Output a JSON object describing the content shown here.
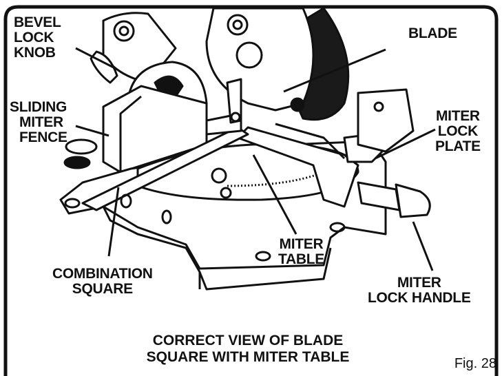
{
  "labels": {
    "bevel_lock_knob": [
      "BEVEL",
      "LOCK",
      "KNOB"
    ],
    "blade": "BLADE",
    "sliding_miter_fence": [
      "SLIDING",
      "MITER",
      "FENCE"
    ],
    "miter_lock_plate": [
      "MITER",
      "LOCK",
      "PLATE"
    ],
    "miter_table": [
      "MITER",
      "TABLE"
    ],
    "combination_square": [
      "COMBINATION",
      "SQUARE"
    ],
    "miter_lock_handle": [
      "MITER",
      "LOCK HANDLE"
    ]
  },
  "caption": [
    "CORRECT VIEW OF BLADE",
    "SQUARE WITH MITER TABLE"
  ],
  "figure_number": "Fig. 28",
  "colors": {
    "ink": "#111111",
    "paper": "#ffffff"
  }
}
